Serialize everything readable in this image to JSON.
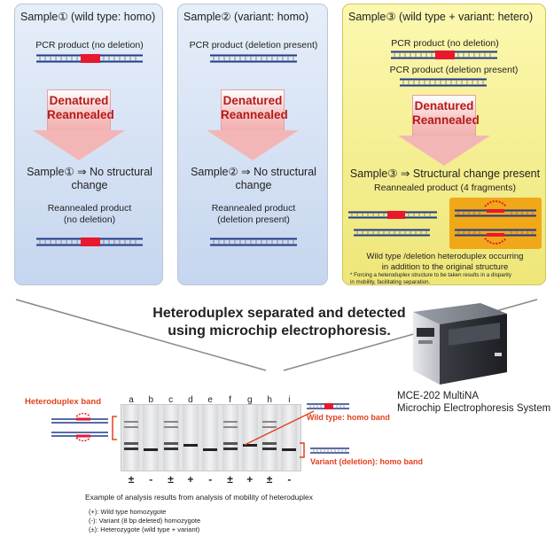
{
  "panels": [
    {
      "title": "Sample① (wild type: homo)",
      "pcr_products": [
        "PCR product (no deletion)"
      ],
      "arrow_text": [
        "Denatured",
        "Reannealed"
      ],
      "result": [
        "Sample① ⇒ No structural",
        "change"
      ],
      "reannealed": [
        "Reannealed product",
        "(no deletion)"
      ]
    },
    {
      "title": "Sample② (variant: homo)",
      "pcr_products": [
        "PCR product (deletion present)"
      ],
      "arrow_text": [
        "Denatured",
        "Reannealed"
      ],
      "result": [
        "Sample② ⇒ No structural",
        "change"
      ],
      "reannealed": [
        "Reannealed product",
        "(deletion present)"
      ]
    },
    {
      "title": "Sample③ (wild type + variant: hetero)",
      "pcr_products": [
        "PCR product (no deletion)",
        "PCR product (deletion present)"
      ],
      "arrow_text": [
        "Denatured",
        "Reannealed"
      ],
      "result": [
        "Sample③ ⇒ Structural change present"
      ],
      "reannealed": [
        "Reannealed product (4 fragments)"
      ],
      "note": [
        "Wild type /deletion heteroduplex occurring",
        "in addition to the original structure"
      ],
      "footnote": [
        "*  Forcing a heteroduplex structure to be taken results in a disparity",
        "   in mobility, facilitating separation."
      ]
    }
  ],
  "main_caption": [
    "Heteroduplex separated and detected",
    "using microchip electrophoresis."
  ],
  "device": {
    "name_line1": "MCE-202 MultiNA",
    "name_line2": "Microchip Electrophoresis System"
  },
  "gel": {
    "heteroduplex_label": "Heteroduplex band",
    "wild_label": "Wild type: homo band",
    "variant_label": "Variant (deletion): homo band",
    "lanes": [
      "a",
      "b",
      "c",
      "d",
      "e",
      "f",
      "g",
      "h",
      "i"
    ],
    "signs": [
      "±",
      "-",
      "±",
      "+",
      "-",
      "±",
      "+",
      "±",
      "-"
    ]
  },
  "caption": "Example of analysis results from analysis of mobility of heteroduplex",
  "legend": [
    "(+): Wild type homozygote",
    "(-): Variant (8 bp deleted) homozygote",
    "(±): Heterozygote (wild type + variant)"
  ],
  "colors": {
    "strand_blue": "#1e3a8a",
    "deletion_red": "#e8182e",
    "arrow_text": "#b41b1b",
    "label_orange": "#e0421f",
    "panel3_bg": "#f5ef8e"
  }
}
